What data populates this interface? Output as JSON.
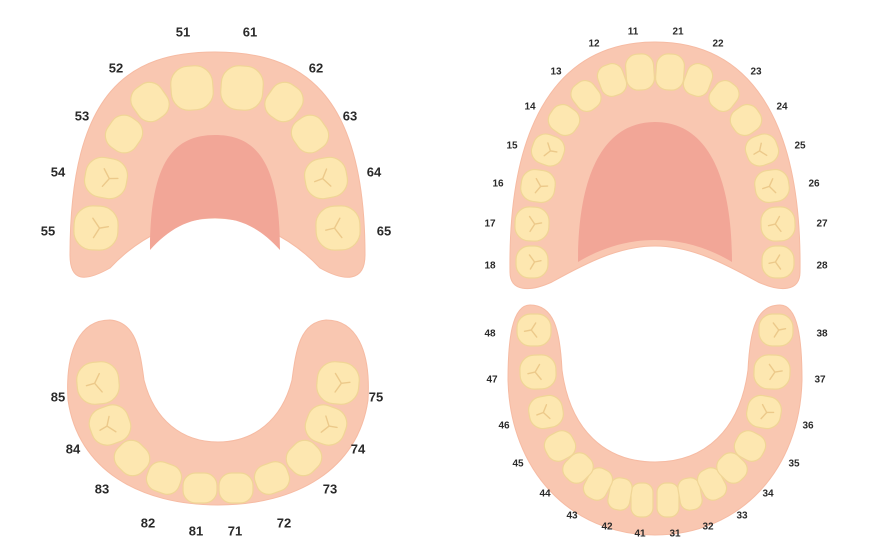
{
  "colors": {
    "gum": "#f9c7b1",
    "gum_edge": "#f6bba3",
    "palate": "#f2a697",
    "tooth": "#fde7b0",
    "tooth_edge": "#f0d596",
    "tooth_crease": "#ecc98a",
    "label": "#2a2a2a"
  },
  "primary": {
    "upper_left": [
      "51",
      "52",
      "53",
      "54",
      "55"
    ],
    "upper_right": [
      "61",
      "62",
      "63",
      "64",
      "65"
    ],
    "lower_left": [
      "81",
      "82",
      "83",
      "84",
      "85"
    ],
    "lower_right": [
      "71",
      "72",
      "73",
      "74",
      "75"
    ]
  },
  "permanent": {
    "upper_left": [
      "11",
      "12",
      "13",
      "14",
      "15",
      "16",
      "17",
      "18"
    ],
    "upper_right": [
      "21",
      "22",
      "23",
      "24",
      "25",
      "26",
      "27",
      "28"
    ],
    "lower_left": [
      "41",
      "42",
      "43",
      "44",
      "45",
      "46",
      "47",
      "48"
    ],
    "lower_right": [
      "31",
      "32",
      "33",
      "34",
      "35",
      "36",
      "37",
      "38"
    ]
  }
}
